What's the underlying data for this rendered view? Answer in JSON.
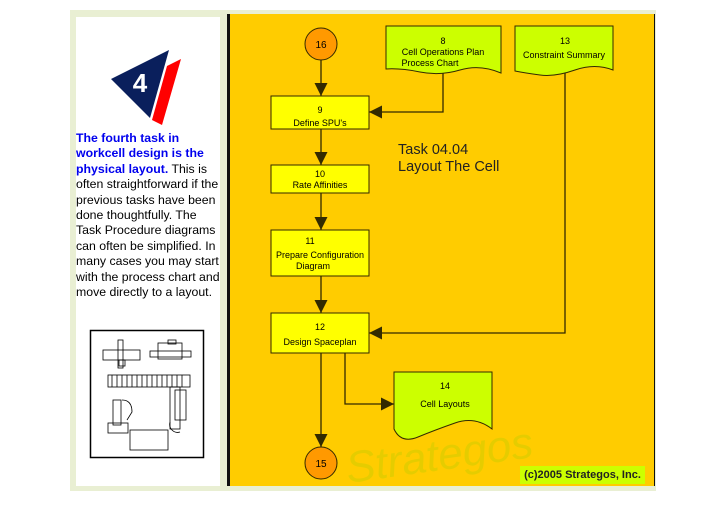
{
  "logo": {
    "number": "4"
  },
  "description": {
    "lead": "The fourth task in workcell design is the physical layout.",
    "body": " This is often straightforward if the previous tasks have been done thoughtfully. The Task Procedure diagrams can often be simplified. In many cases you may start with the process chart and move directly to a layout."
  },
  "diagram": {
    "title_line1": "Task 04.04",
    "title_line2": "Layout The Cell",
    "connectors": {
      "start": "16",
      "end": "15"
    },
    "tasks": [
      {
        "num": "9",
        "label": "Define SPU's"
      },
      {
        "num": "10",
        "label": "Rate Affinities"
      },
      {
        "num": "11",
        "label_line1": "Prepare Configuration",
        "label_line2": "Diagram"
      },
      {
        "num": "12",
        "label": "Design Spaceplan"
      }
    ],
    "documents": [
      {
        "num": "8",
        "label_line1": "Cell Operations Plan",
        "label_line2": "Process Chart"
      },
      {
        "num": "13",
        "label": "Constraint Summary"
      },
      {
        "num": "14",
        "label": "Cell Layouts"
      }
    ],
    "watermark": "Strategos",
    "copyright": "(c)2005 Strategos, Inc."
  },
  "colors": {
    "panel": "#ffcc00",
    "task": "#ffff00",
    "document": "#ccff00",
    "connector": "#ff9900",
    "lead_text": "#0000ee"
  }
}
